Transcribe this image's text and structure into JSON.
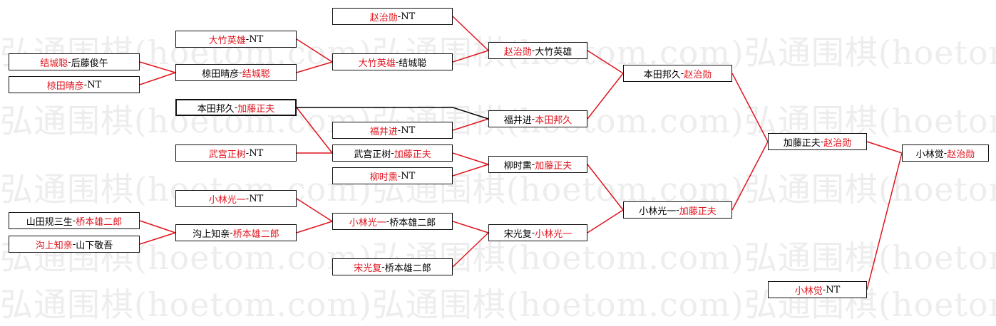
{
  "watermark": "弘通围棋(hoetom.com)弘通围棋(hoetom.com)弘通围棋(hoetom.com)",
  "colors": {
    "winner": "#e0141e",
    "loser": "#000000",
    "line": "#e0141e",
    "line_alt": "#000000"
  },
  "matches": {
    "m1": {
      "a": "结城聪",
      "sep": "-",
      "b": "后藤俊午"
    },
    "m2": {
      "a": "椋田晴彦",
      "sep": "-",
      "b": "NT"
    },
    "m3": {
      "a": "大竹英雄",
      "sep": "-",
      "b": "NT"
    },
    "m4": {
      "a": "椋田晴彦",
      "sep": "-",
      "b": "结城聪"
    },
    "m5": {
      "a": "本田邦久",
      "sep": "-",
      "b": "加藤正夫"
    },
    "m6": {
      "a": "武宫正树",
      "sep": "-",
      "b": "NT"
    },
    "m7": {
      "a": "小林光一",
      "sep": "-",
      "b": "NT"
    },
    "m8": {
      "a": "山田规三生",
      "sep": "-",
      "b": "桥本雄二郎"
    },
    "m9": {
      "a": "沟上知亲",
      "sep": "-",
      "b": "山下敬吾"
    },
    "m10": {
      "a": "沟上知亲",
      "sep": "-",
      "b": "桥本雄二郎"
    },
    "m11": {
      "a": "赵治勋",
      "sep": "-",
      "b": "NT"
    },
    "m12": {
      "a": "大竹英雄",
      "sep": "-",
      "b": "结城聪"
    },
    "m13": {
      "a": "福井进",
      "sep": "-",
      "b": "NT"
    },
    "m14": {
      "a": "武宫正树",
      "sep": "-",
      "b": "加藤正夫"
    },
    "m15": {
      "a": "柳时熏",
      "sep": "-",
      "b": "NT"
    },
    "m16": {
      "a": "小林光一",
      "sep": "-",
      "b": "桥本雄二郎"
    },
    "m17": {
      "a": "宋光复",
      "sep": "-",
      "b": "桥本雄二郎"
    },
    "m18": {
      "a": "赵治勋",
      "sep": "-",
      "b": "大竹英雄"
    },
    "m19": {
      "a": "福井进",
      "sep": "-",
      "b": "本田邦久"
    },
    "m20": {
      "a": "柳时熏",
      "sep": "-",
      "b": "加藤正夫"
    },
    "m21": {
      "a": "宋光复",
      "sep": "-",
      "b": "小林光一"
    },
    "m22": {
      "a": "本田邦久",
      "sep": "-",
      "b": "赵治勋"
    },
    "m23": {
      "a": "小林光一",
      "sep": "-",
      "b": "加藤正夫"
    },
    "m24": {
      "a": "加藤正夫",
      "sep": "-",
      "b": "赵治勋"
    },
    "m25": {
      "a": "小林觉",
      "sep": "-",
      "b": "NT"
    },
    "m26": {
      "a": "小林觉",
      "sep": "-",
      "b": "赵治勋"
    }
  }
}
